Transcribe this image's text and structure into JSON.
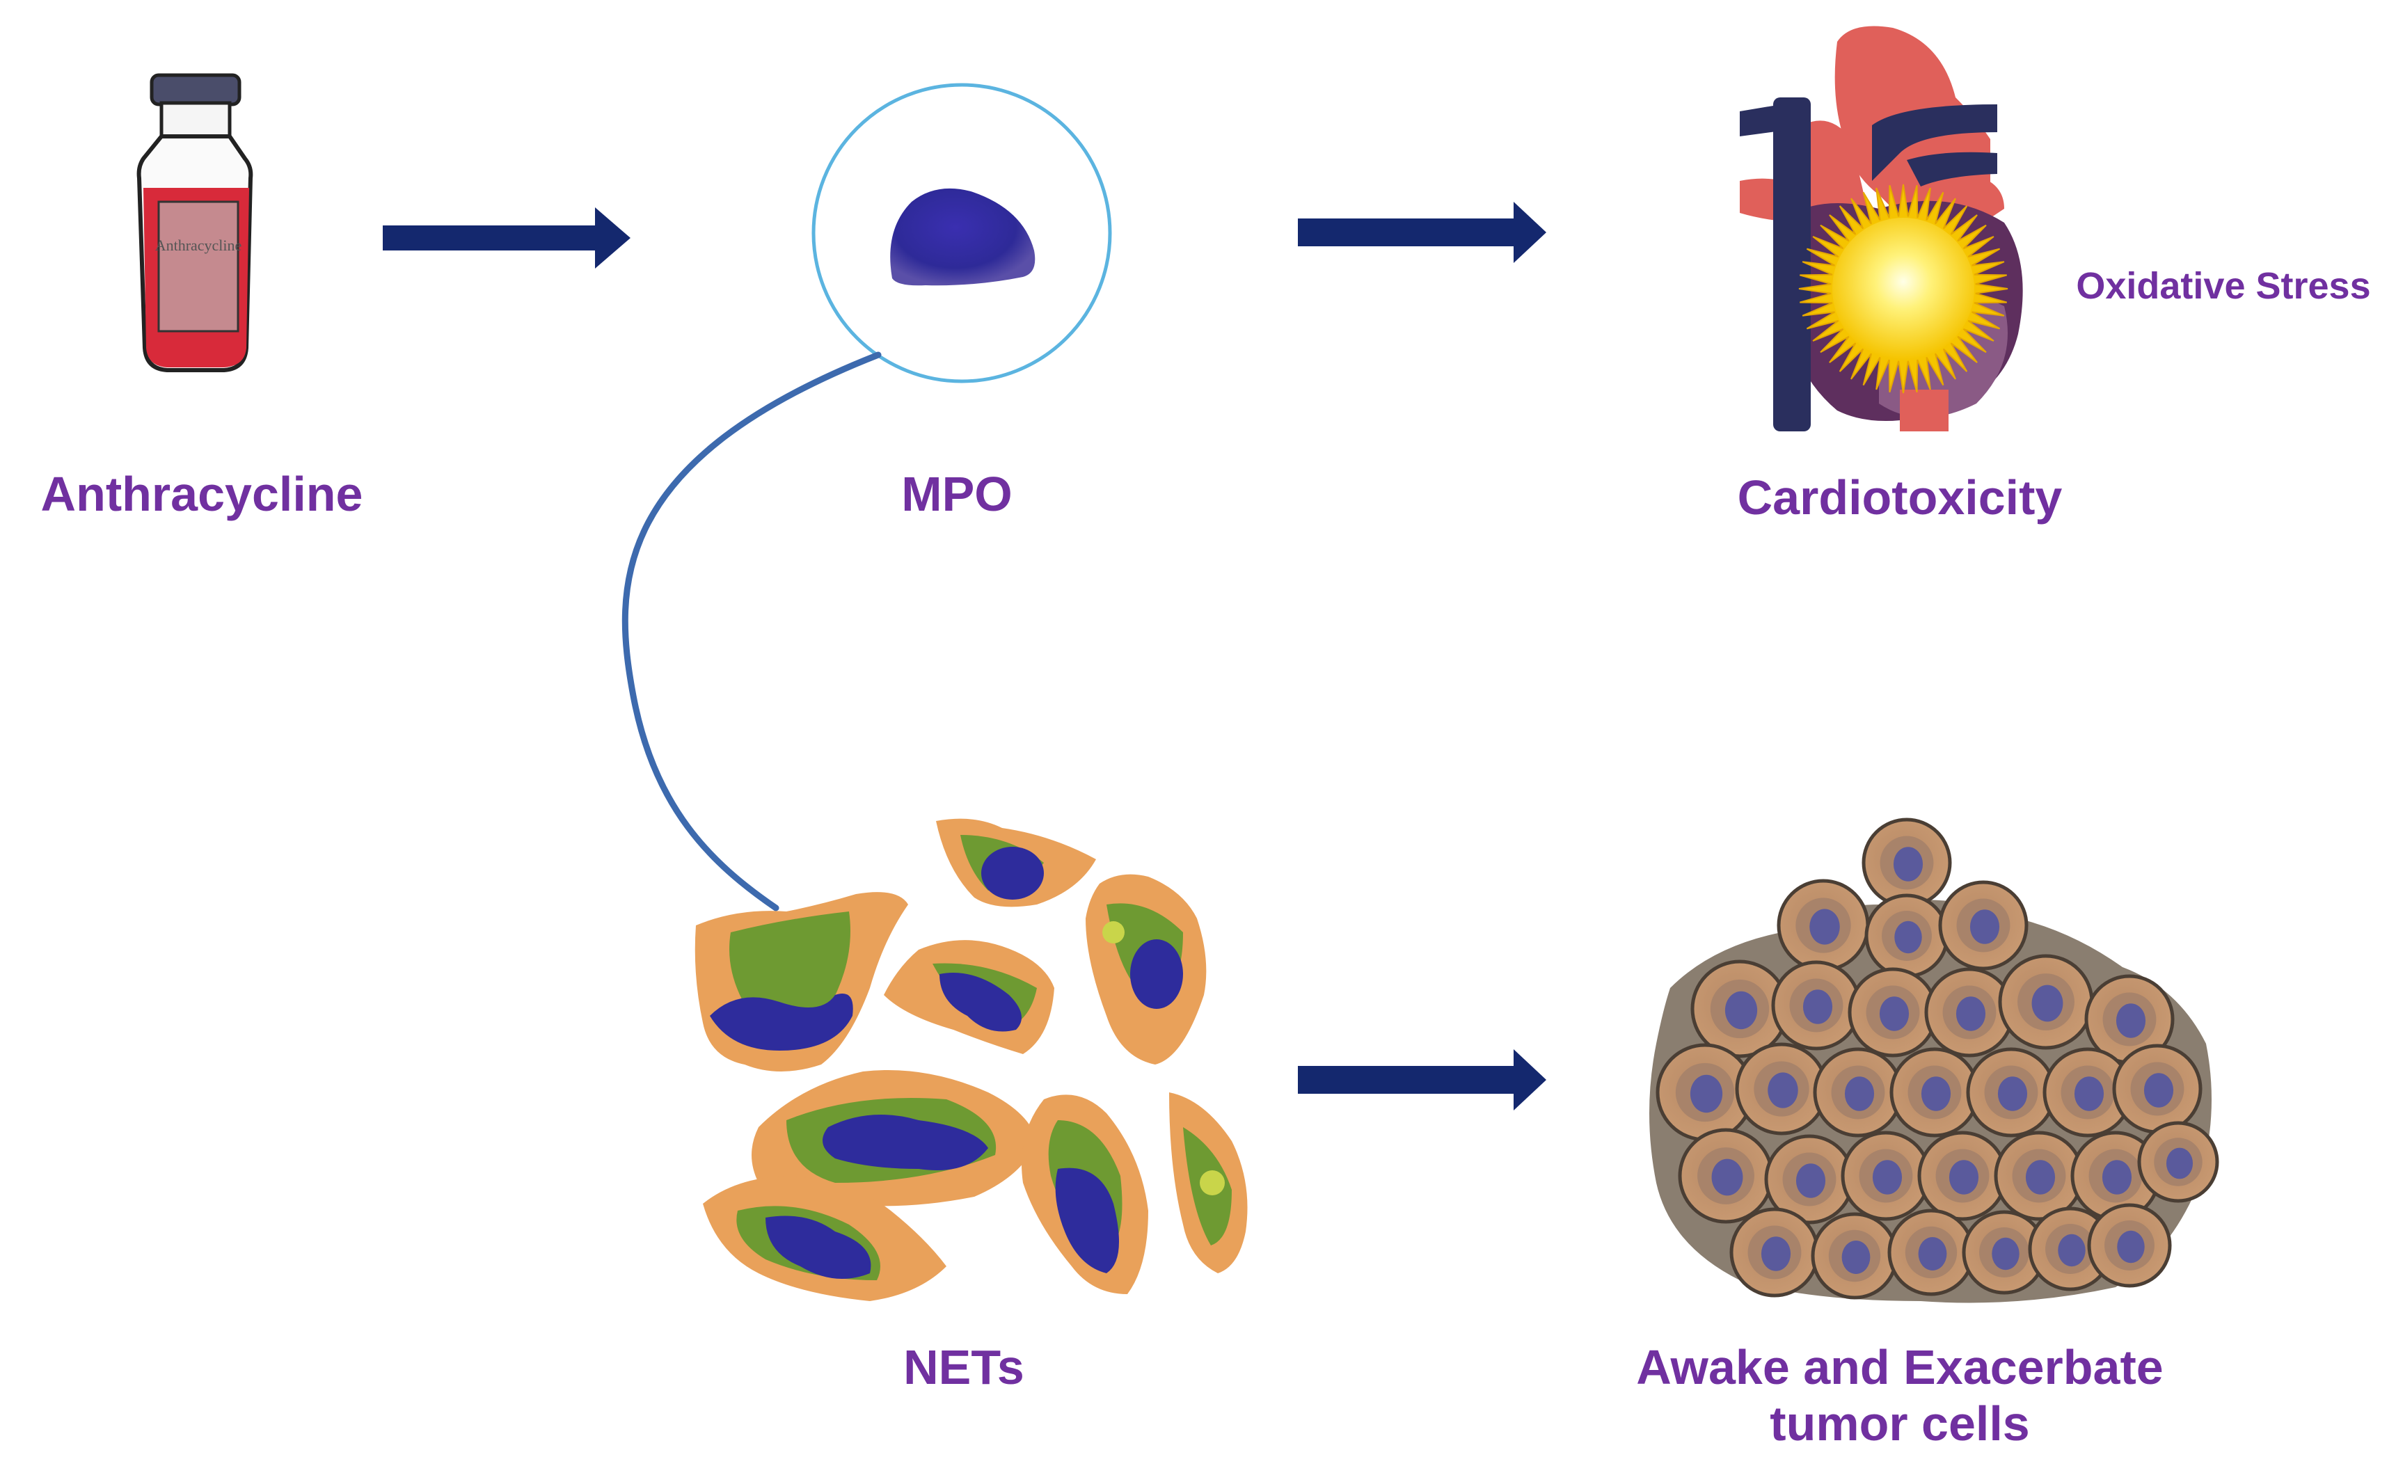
{
  "labels": {
    "anthracycline": "Anthracycline",
    "mpo": "MPO",
    "cardiotoxicity": "Cardiotoxicity",
    "oxidative_stress": "Oxidative Stress",
    "nets": "NETs",
    "tumor_line1": "Awake and Exacerbate",
    "tumor_line2": "tumor cells"
  },
  "vial_label_text": "Anthracycline",
  "colors": {
    "label_purple": "#7030A0",
    "arrow_navy": "#14286E",
    "connector_blue": "#3D6AAE",
    "circle_outline": "#5BB4E0",
    "vial_red": "#D82A3A",
    "heart_pink": "#E0605A",
    "heart_purple": "#5E2F5E",
    "vessel_navy": "#2A2F5E",
    "burst_yellow": "#FFE027",
    "net_orange": "#E9A15A",
    "net_green": "#7A9A2E",
    "net_blue": "#2E2C9C",
    "tumor_tan": "#C89870",
    "tumor_nucleus": "#5A5A9C"
  },
  "icons": [
    "vial-icon",
    "mpo-cell-icon",
    "heart-icon",
    "net-cells-icon",
    "tumor-cells-icon"
  ]
}
